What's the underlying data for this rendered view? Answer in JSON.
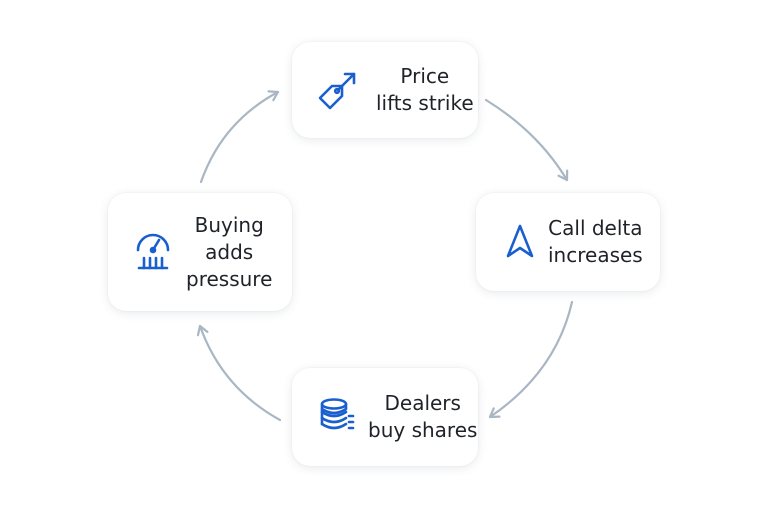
{
  "diagram": {
    "accent_color": "#1a5fd0",
    "arrow_color": "#a9b6c3",
    "nodes": {
      "top": {
        "icon": "price-tag-up-arrow-icon",
        "lines": [
          "Price",
          "lifts strike"
        ]
      },
      "right": {
        "icon": "navigation-arrow-icon",
        "lines": [
          "Call delta",
          "increases"
        ]
      },
      "bottom": {
        "icon": "stacked-coins-icon",
        "lines": [
          "Dealers",
          "buy shares"
        ]
      },
      "left": {
        "icon": "gauge-pressure-icon",
        "lines": [
          "Buying",
          "adds",
          "pressure"
        ]
      }
    }
  }
}
